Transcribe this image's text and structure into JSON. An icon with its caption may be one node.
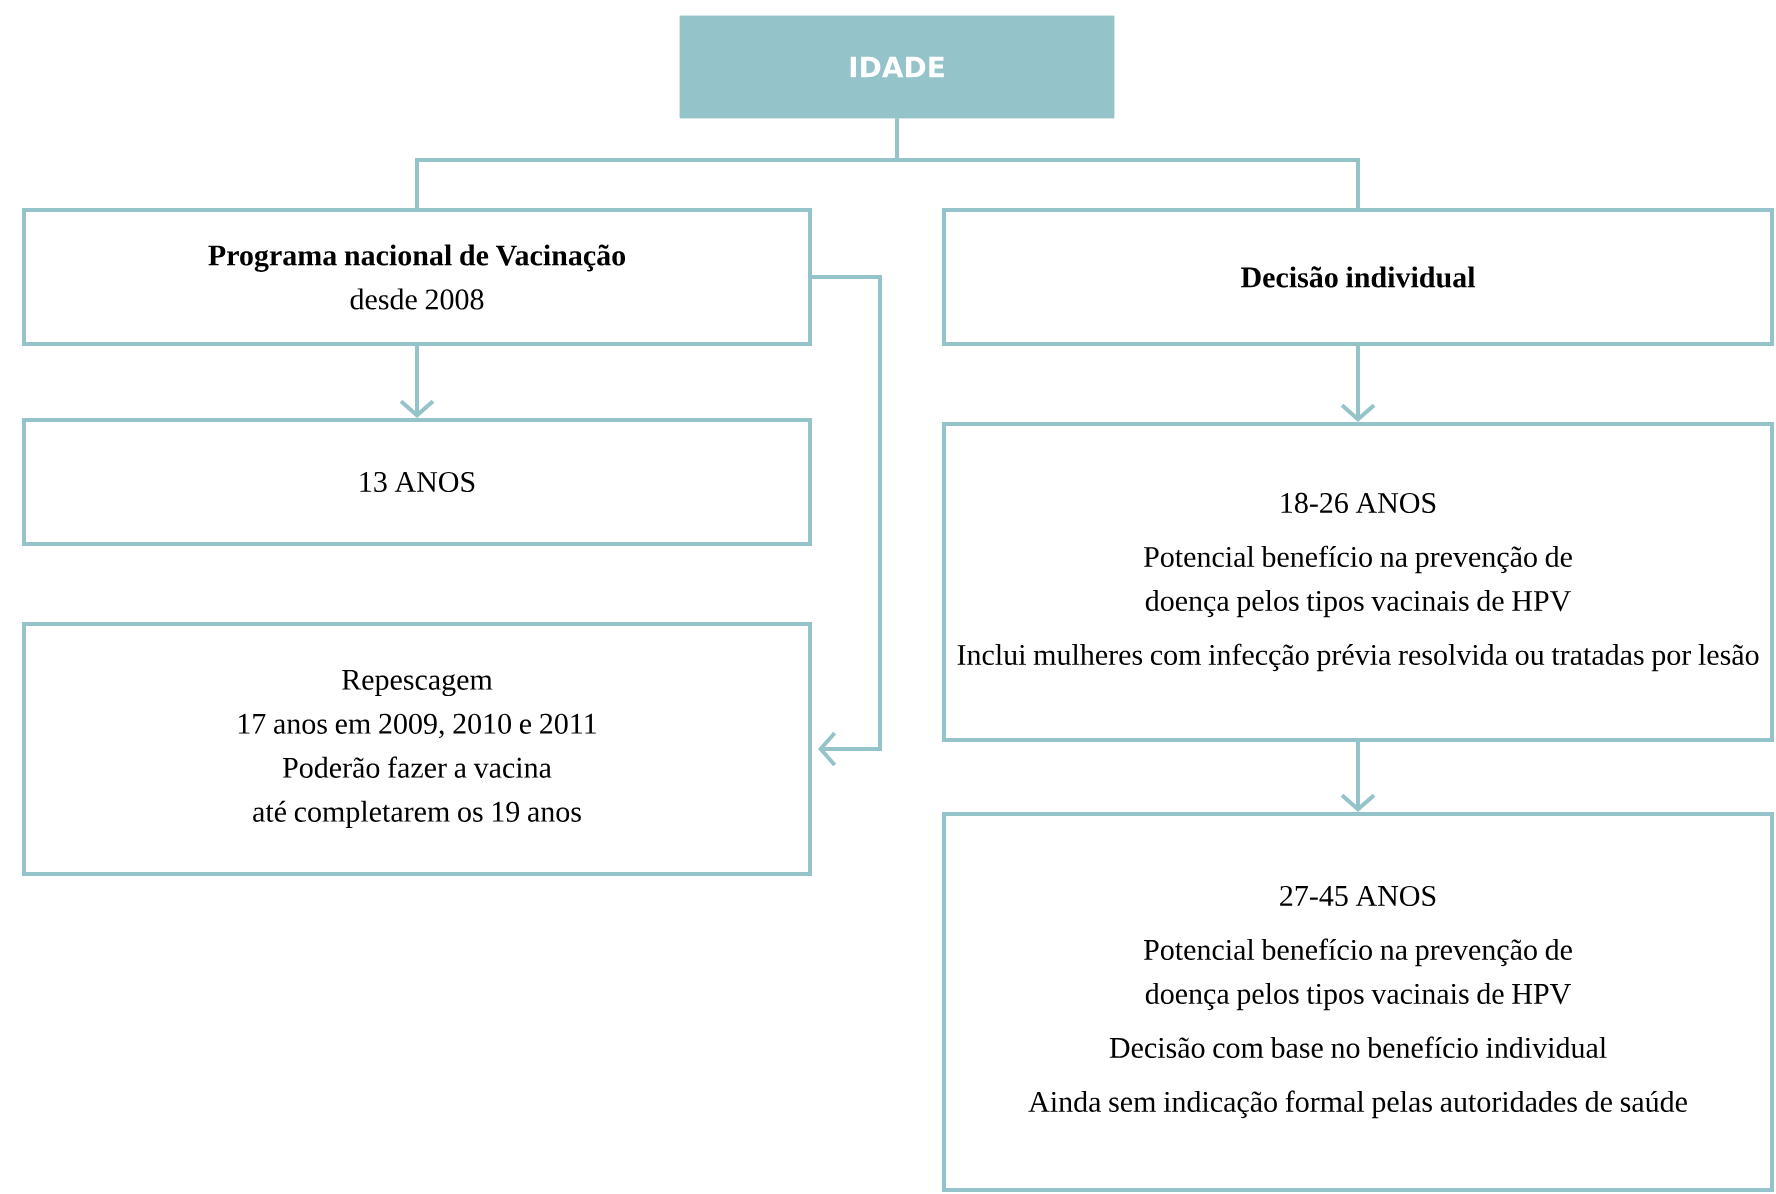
{
  "diagram": {
    "nodes": [
      {
        "text": [
          "IDADE"
        ]
      },
      {
        "text": [
          "Programa nacional de Vacinação",
          "desde 2008"
        ]
      },
      {
        "text": [
          "Decisão individual"
        ]
      },
      {
        "text": [
          "13 ANOS"
        ]
      },
      {
        "text": [
          "Repescagem",
          "17 anos em 2009, 2010 e 2011",
          "Poderão fazer a vacina",
          "até completarem os 19 anos"
        ]
      },
      {
        "text": [
          "18-26 ANOS",
          "Potencial benefício na prevenção de doença pelos tipos vacinais de HPV",
          "Inclui mulheres com infecção prévia resolvida ou tratadas por lesão"
        ]
      },
      {
        "text": [
          "27-45 ANOS",
          "Potencial benefício na prevenção de doença pelos tipos vacinais de HPV",
          "Decisão com base no benefício individual",
          "Ainda sem indicação formal pelas autoridades de saúde"
        ]
      }
    ],
    "edges": [
      {
        "from": 0,
        "to": 1,
        "arrow": "none"
      },
      {
        "from": 0,
        "to": 2,
        "arrow": "none"
      },
      {
        "from": 1,
        "to": 3,
        "arrow": "to"
      },
      {
        "from": 1,
        "to": 4,
        "arrow": "to"
      },
      {
        "from": 2,
        "to": 5,
        "arrow": "to"
      },
      {
        "from": 5,
        "to": 6,
        "arrow": "to"
      }
    ]
  }
}
